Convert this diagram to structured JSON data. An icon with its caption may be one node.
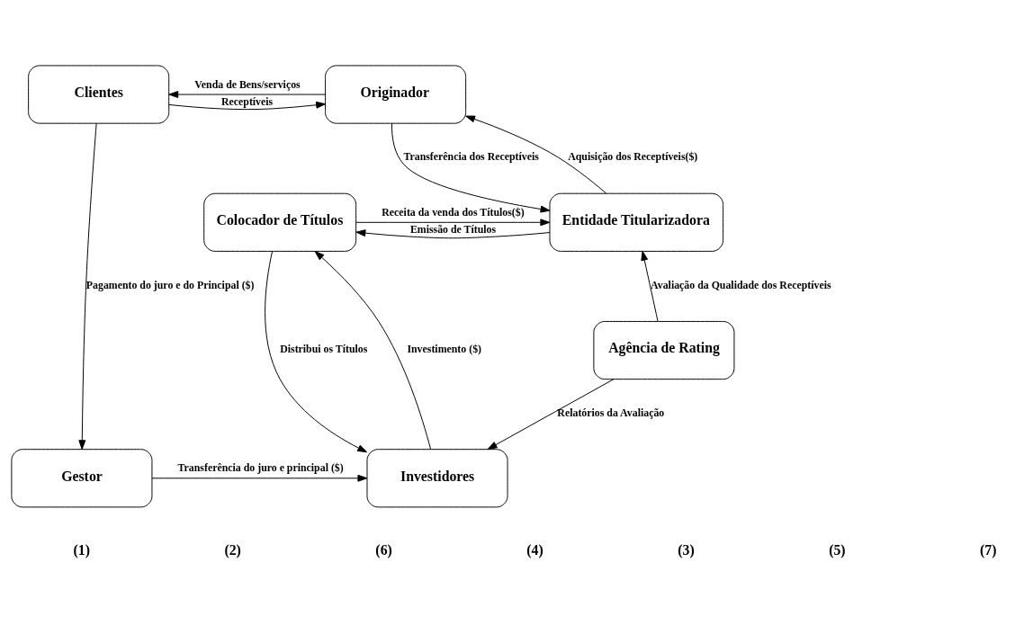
{
  "diagram": {
    "nodes": [
      {
        "text": [
          "Clientes"
        ]
      },
      {
        "text": [
          "Originador"
        ]
      },
      {
        "text": [
          "Entidade Titularizadora"
        ]
      },
      {
        "text": [
          "Colocador de Títulos"
        ]
      },
      {
        "text": [
          "Agência de Rating"
        ]
      },
      {
        "text": [
          "Gestor"
        ]
      },
      {
        "text": [
          "Investidores"
        ]
      }
    ],
    "edges": [
      {
        "from": 1,
        "to": 0,
        "arrow": "to",
        "label": "Venda de Bens/serviços"
      },
      {
        "from": 0,
        "to": 1,
        "arrow": "to",
        "label": "Receptíveis"
      },
      {
        "from": 2,
        "to": 1,
        "arrow": "to",
        "label": "Aquisição dos Receptíveis($)"
      },
      {
        "from": 1,
        "to": 2,
        "arrow": "to",
        "label": "Transferência dos Receptíveis"
      },
      {
        "from": 3,
        "to": 2,
        "arrow": "to",
        "label": "Receita da venda dos Títulos($)"
      },
      {
        "from": 2,
        "to": 3,
        "arrow": "to",
        "label": "Emissão de Títulos"
      },
      {
        "from": 4,
        "to": 2,
        "arrow": "to",
        "label": "Avaliação da Qualidade dos Receptíveis"
      },
      {
        "from": 6,
        "to": 3,
        "arrow": "to",
        "label": "Investimento ($)"
      },
      {
        "from": 3,
        "to": 6,
        "arrow": "to",
        "label": "Distribui os Títulos"
      },
      {
        "from": 4,
        "to": 6,
        "arrow": "to",
        "label": "Relatórios da Avaliação"
      },
      {
        "from": 0,
        "to": 5,
        "arrow": "to",
        "label": "Pagamento do juro e do Principal ($)"
      },
      {
        "from": 5,
        "to": 6,
        "arrow": "to",
        "label": "Transferência do juro e principal ($)"
      }
    ],
    "labels": [
      "(1)",
      "(2)",
      "(6)",
      "(4)",
      "(3)",
      "(5)",
      "(7)"
    ]
  }
}
